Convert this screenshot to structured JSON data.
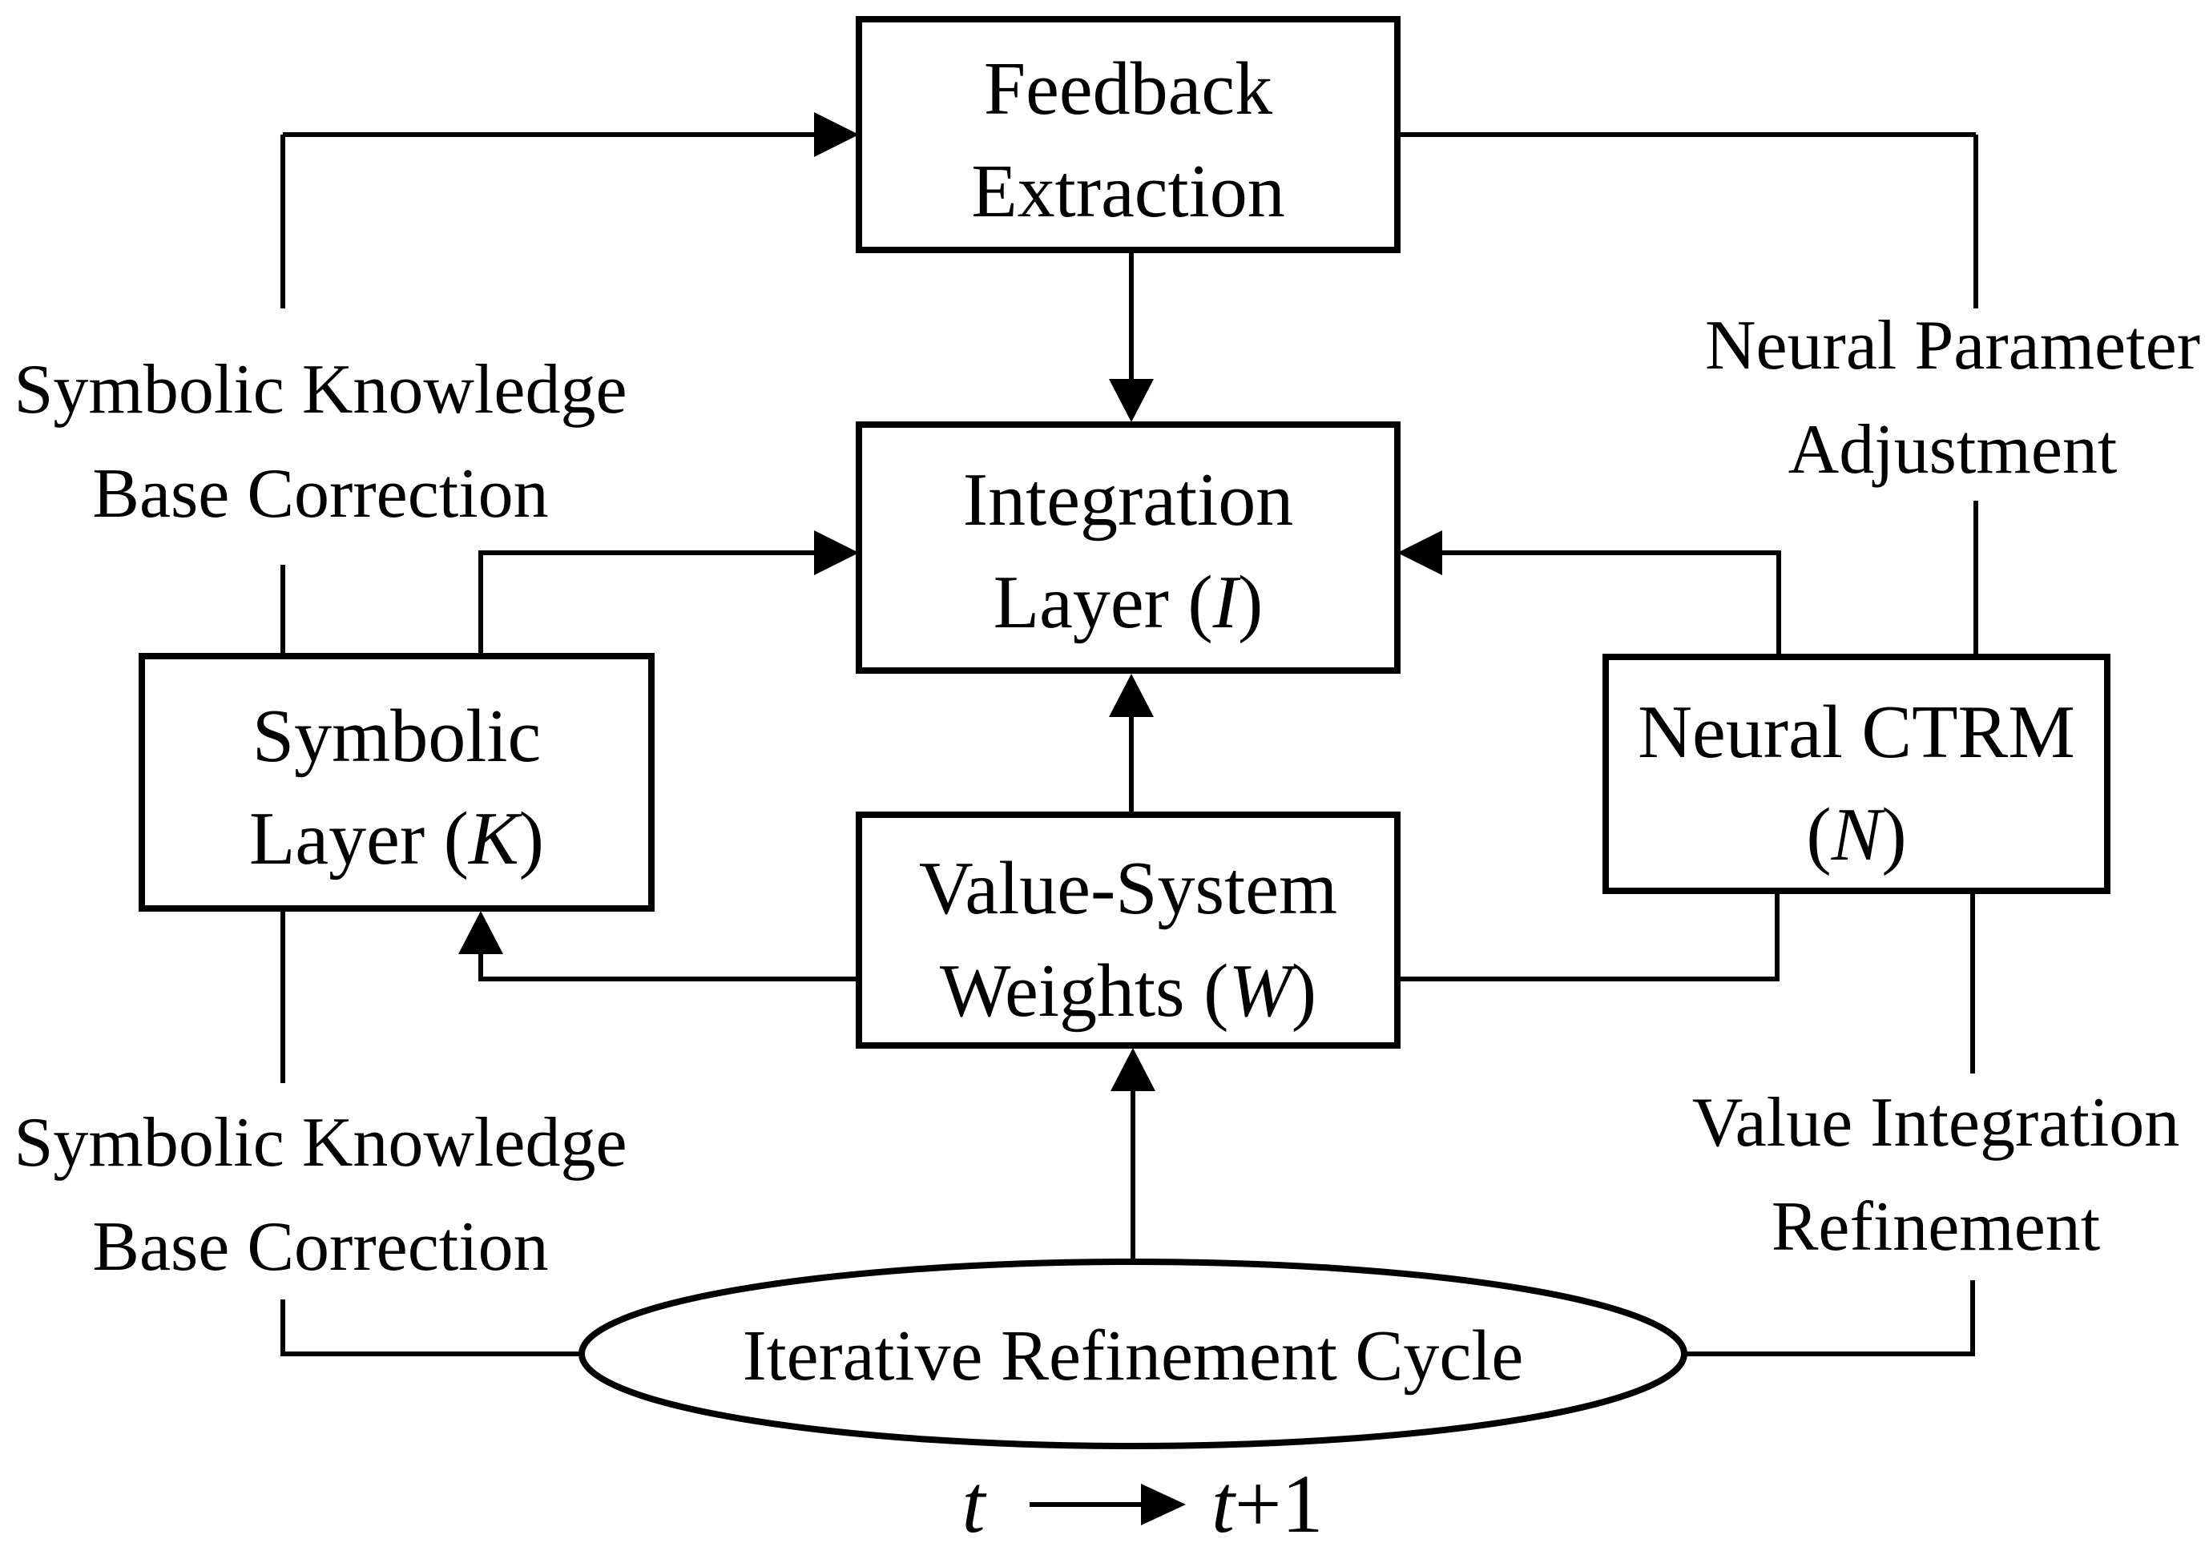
{
  "diagram": {
    "background_color": "#ffffff",
    "ink_color": "#000000",
    "nodes": {
      "feedback_extraction": {
        "line1": "Feedback",
        "line2": "Extraction"
      },
      "integration_layer": {
        "line1": "Integration",
        "line2_pre": "Layer (",
        "line2_var": "I",
        "line2_post": ")"
      },
      "symbolic_layer": {
        "line1": "Symbolic",
        "line2_pre": "Layer (",
        "line2_var": "K",
        "line2_post": ")"
      },
      "neural_ctrm": {
        "line1": "Neural CTRM",
        "line2_pre": "(",
        "line2_var": "N",
        "line2_post": ")"
      },
      "value_system_weights": {
        "line1": "Value-System",
        "line2_pre": "Weights (",
        "line2_var": "W",
        "line2_post": ")"
      },
      "iterative_refinement_cycle": {
        "label": "Iterative Refinement Cycle"
      }
    },
    "edge_labels": {
      "top_left": {
        "line1": "Symbolic Knowledge",
        "line2": "Base Correction"
      },
      "top_right": {
        "line1": "Neural Parameter",
        "line2": "Adjustment"
      },
      "bottom_left": {
        "line1": "Symbolic Knowledge",
        "line2": "Base Correction"
      },
      "bottom_right": {
        "line1": "Value Integration",
        "line2": "Refinement"
      }
    },
    "timestep": {
      "from_var": "t",
      "to_var": "t",
      "to_suffix": "+1"
    }
  }
}
